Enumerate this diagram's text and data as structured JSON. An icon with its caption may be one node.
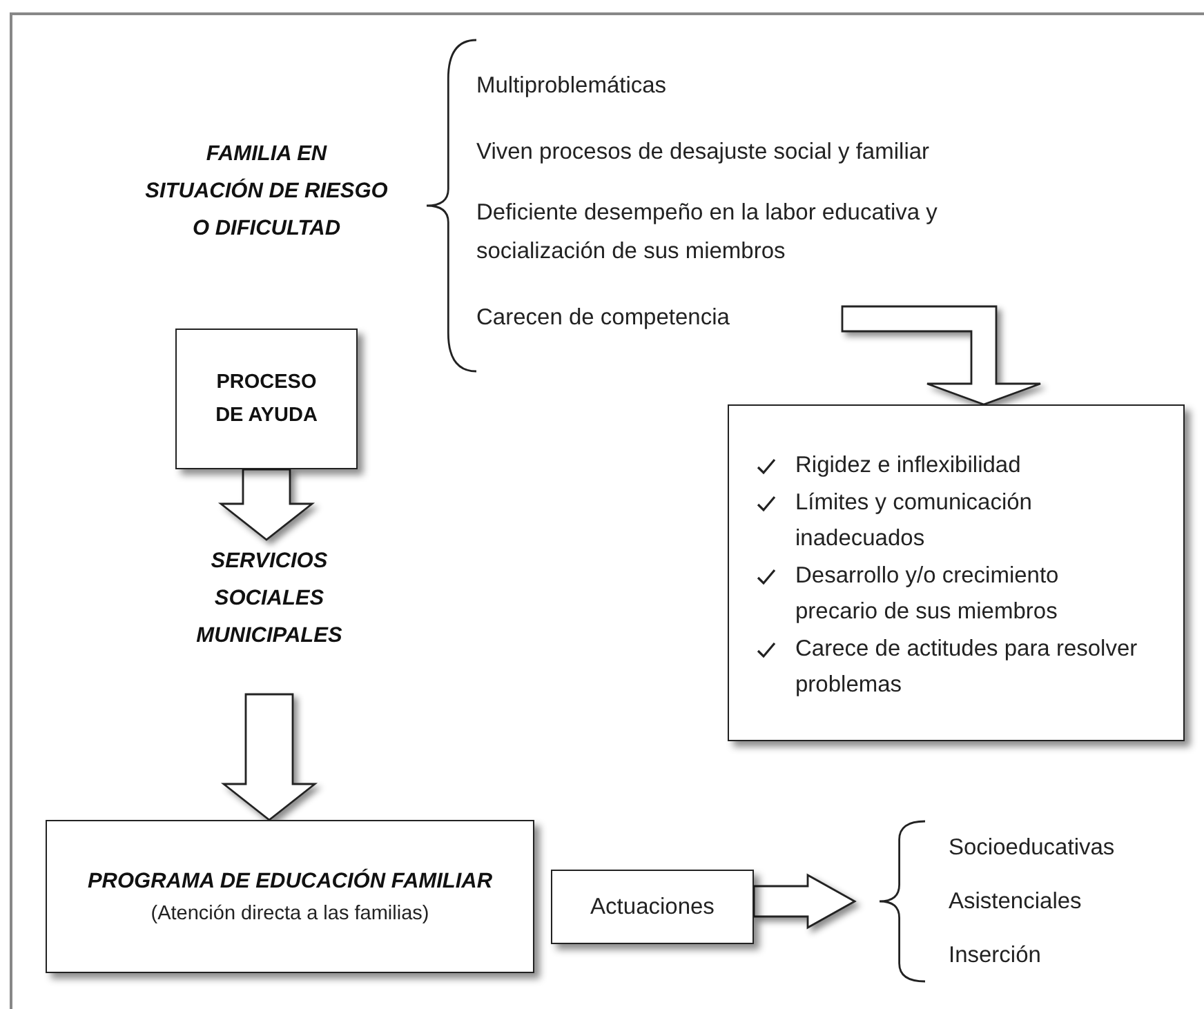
{
  "diagram": {
    "nodes": [
      {
        "text": [
          "FAMILIA EN SITUACIÓN DE RIESGO O DIFICULTAD"
        ]
      },
      {
        "text": [
          "Multiproblemáticas"
        ]
      },
      {
        "text": [
          "Viven procesos de desajuste social y familiar"
        ]
      },
      {
        "text": [
          "Deficiente desempeño en la labor educativa y socialización de sus miembros"
        ]
      },
      {
        "text": [
          "Carecen de competencia"
        ]
      },
      {
        "text": [
          "Rigidez e inflexibilidad",
          "Límites y comunicación inadecuados",
          "Desarrollo y/o crecimiento precario de sus miembros",
          "Carece de actitudes para resolver problemas"
        ]
      },
      {
        "text": [
          "PROCESO DE AYUDA"
        ]
      },
      {
        "text": [
          "SERVICIOS SOCIALES MUNICIPALES"
        ]
      },
      {
        "text": [
          "PROGRAMA DE EDUCACIÓN FAMILIAR",
          "(Atención directa a las familias)"
        ]
      },
      {
        "text": [
          "Actuaciones"
        ]
      },
      {
        "text": [
          "Socioeducativas",
          "Asistenciales",
          "Inserción"
        ]
      }
    ],
    "edges": [
      {
        "from": 4,
        "to": 5,
        "arrow": "to"
      },
      {
        "from": 6,
        "to": 7,
        "arrow": "to"
      },
      {
        "from": 7,
        "to": 8,
        "arrow": "to"
      },
      {
        "from": 9,
        "to": 10,
        "arrow": "to"
      }
    ]
  }
}
